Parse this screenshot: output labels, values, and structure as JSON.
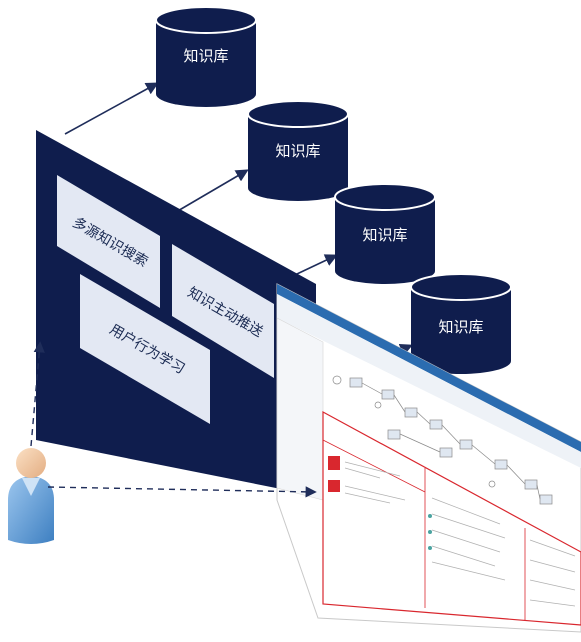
{
  "diagram": {
    "knowledge_bases": [
      {
        "label": "知识库"
      },
      {
        "label": "知识库"
      },
      {
        "label": "知识库"
      },
      {
        "label": "知识库"
      }
    ],
    "functions": {
      "multi_source_search": "多源知识搜索",
      "active_push": "知识主动推送",
      "behavior_learning": "用户行为学习"
    },
    "colors": {
      "navy": "#0f1d4d",
      "panel_fill": "#e3e8f3",
      "arrow": "#1f2d5a",
      "screenshot_red": "#d9272e",
      "user_body": "#5b9bd5",
      "user_head": "#f2c9a0"
    }
  }
}
